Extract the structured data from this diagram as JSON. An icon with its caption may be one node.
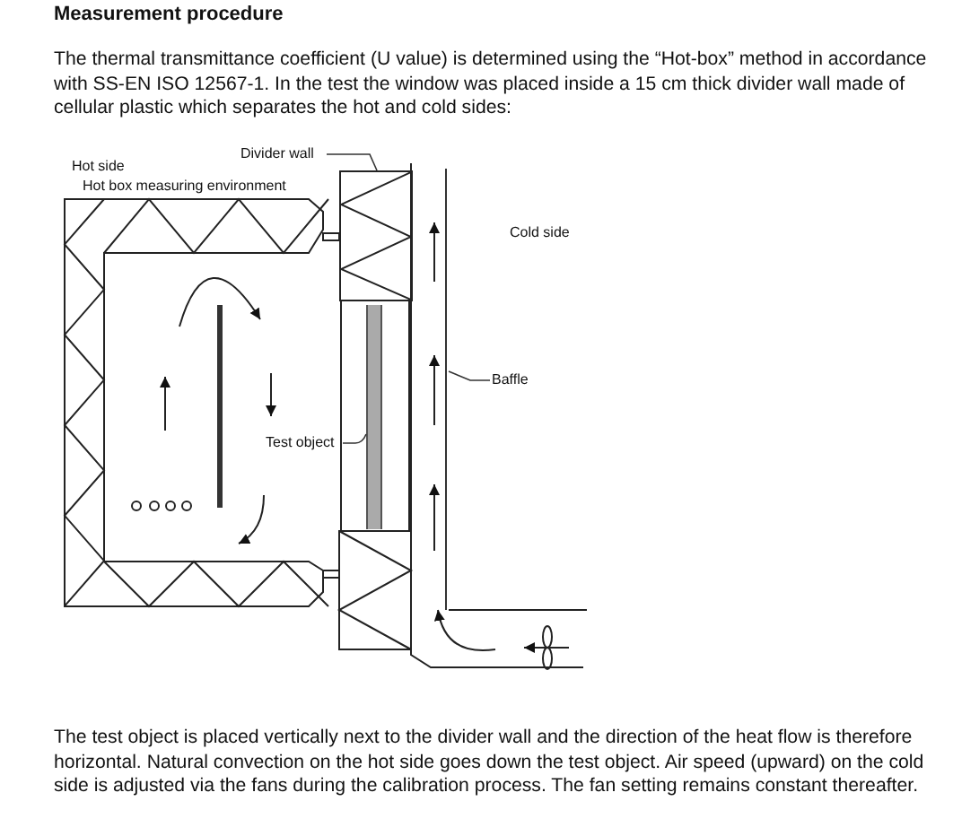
{
  "diagram": {
    "title": "Measurement procedure",
    "nodes": [
      {
        "text": [
          "Divider wall"
        ]
      },
      {
        "text": [],
        "shape": "box"
      },
      {
        "text": [
          "Test object"
        ]
      },
      {
        "text": [],
        "shape": "bar"
      },
      {
        "text": [
          "Baffle"
        ]
      },
      {
        "text": [],
        "shape": "bar"
      }
    ],
    "edges": [
      {
        "from": 0,
        "to": 1,
        "arrow": "none"
      },
      {
        "from": 2,
        "to": 3,
        "arrow": "none"
      },
      {
        "from": 4,
        "to": 5,
        "arrow": "none"
      }
    ],
    "labels": [
      "The thermal transmittance coefficient (U value) is determined using the “Hot-box” method in accordance with SS-EN ISO 12567-1. In the test the window was placed inside a 15 cm thick divider wall made of cellular plastic which separates the hot and cold sides:",
      "Hot side",
      "Hot box measuring environment",
      "Cold side",
      "The test object is placed vertically next to the divider wall and the direction of the heat flow is therefore horizontal. Natural convection on the hot side goes down the test object. Air speed (upward) on the cold side is adjusted via the fans during the calibration process. The fan setting remains constant thereafter."
    ]
  }
}
